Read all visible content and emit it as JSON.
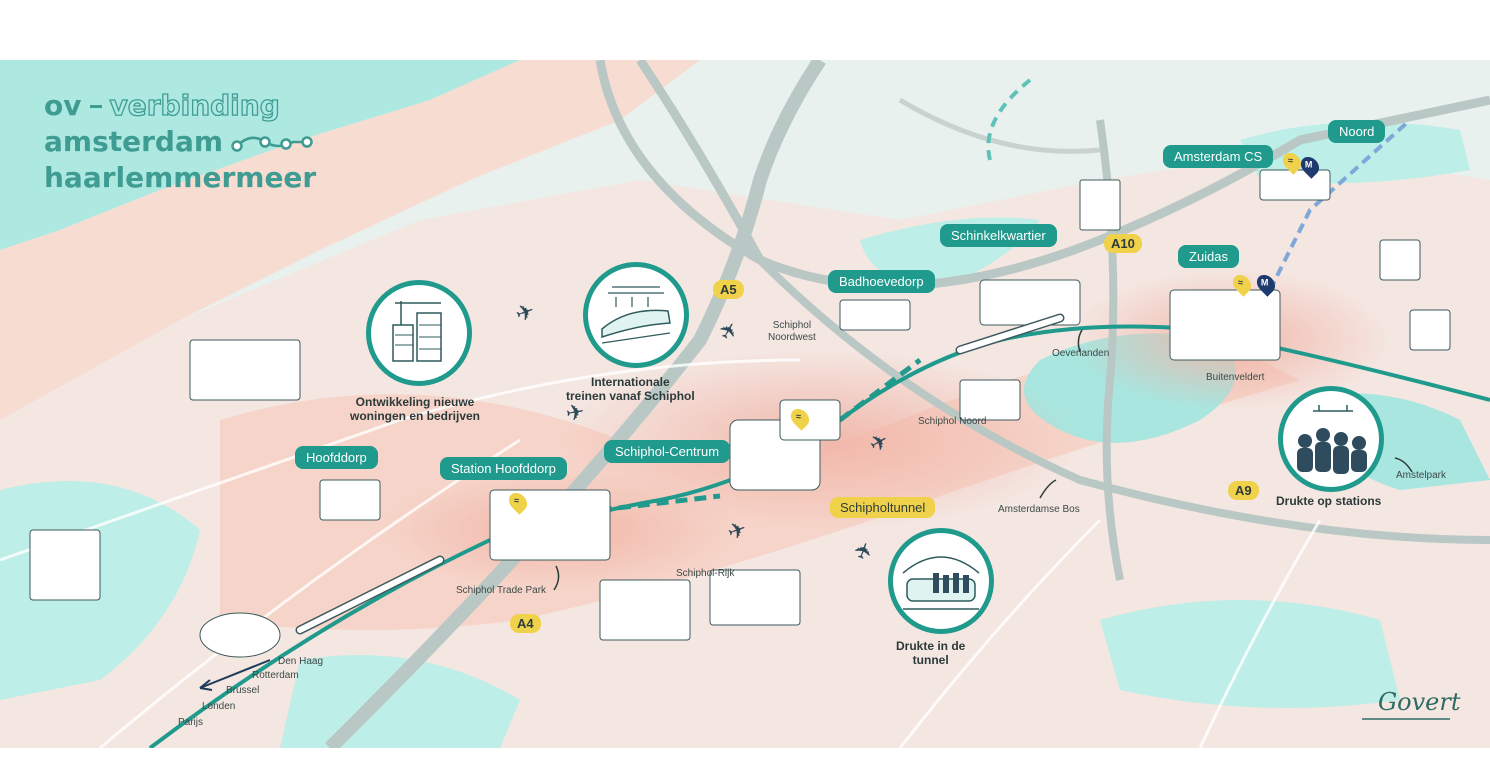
{
  "title": {
    "line1_a": "ov",
    "line1_b": "verbinding",
    "line2": "amsterdam",
    "line3": "haarlemmermeer"
  },
  "tags": {
    "noord": "Noord",
    "amsterdam_cs": "Amsterdam CS",
    "schinkelkwartier": "Schinkelkwartier",
    "zuidas": "Zuidas",
    "badhoevedorp": "Badhoevedorp",
    "hoofddorp": "Hoofddorp",
    "station_hoofddorp": "Station Hoofddorp",
    "schiphol_centrum": "Schiphol-Centrum"
  },
  "roads": {
    "a5": "A5",
    "a10": "A10",
    "a9": "A9",
    "a4": "A4",
    "schipholtunnel": "Schipholtunnel"
  },
  "places": {
    "schiphol_noordwest": "Schiphol\nNoordwest",
    "schiphol_noord": "Schiphol Noord",
    "oeverlanden": "Oeverlanden",
    "buitenveldert": "Buitenveldert",
    "amstelpark": "Amstelpark",
    "amsterdamse_bos": "Amsterdamse Bos",
    "schiphol_rijk": "Schiphol-Rijk",
    "schiphol_trade_park": "Schiphol Trade Park",
    "den_haag": "Den Haag",
    "rotterdam": "Rotterdam",
    "brussel": "Brussel",
    "londen": "Londen",
    "parijs": "Parijs"
  },
  "captions": {
    "woningen": "Ontwikkeling nieuwe\nwoningen en bedrijven",
    "treinen": "Internationale\ntreinen vanaf Schiphol",
    "stations": "Drukte op stations",
    "tunnel": "Drukte in de\ntunnel"
  },
  "pins": {
    "metro_symbol": "M"
  },
  "signature": "Govert",
  "colors": {
    "accent_teal": "#1f9a8c",
    "road_yellow": "#f0d24a",
    "water": "#a8e6df",
    "land_pink": "#f6d3c8",
    "metro_blue": "#1e3a6e"
  }
}
